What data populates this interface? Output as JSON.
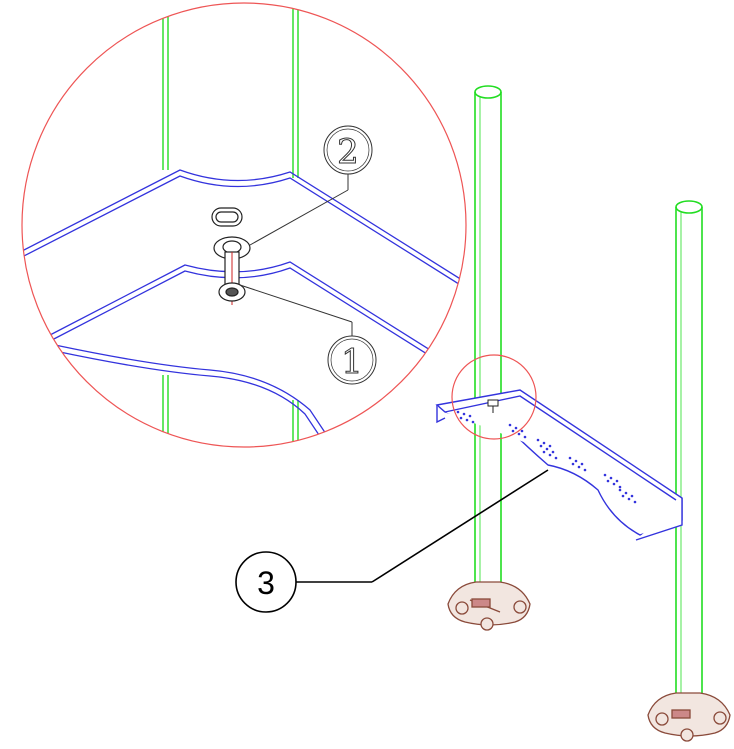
{
  "callouts": {
    "one": "1",
    "two": "2",
    "three": "3"
  },
  "colors": {
    "post": "#22dd22",
    "shelf": "#3333dd",
    "detail_circle": "#ee5555",
    "base": "#8a4a3a",
    "leader": "#000000",
    "bolt": "#cc2222"
  },
  "icons": {
    "detail": "magnified-detail-circle",
    "post": "vertical-post",
    "base": "ground-base-foot"
  }
}
